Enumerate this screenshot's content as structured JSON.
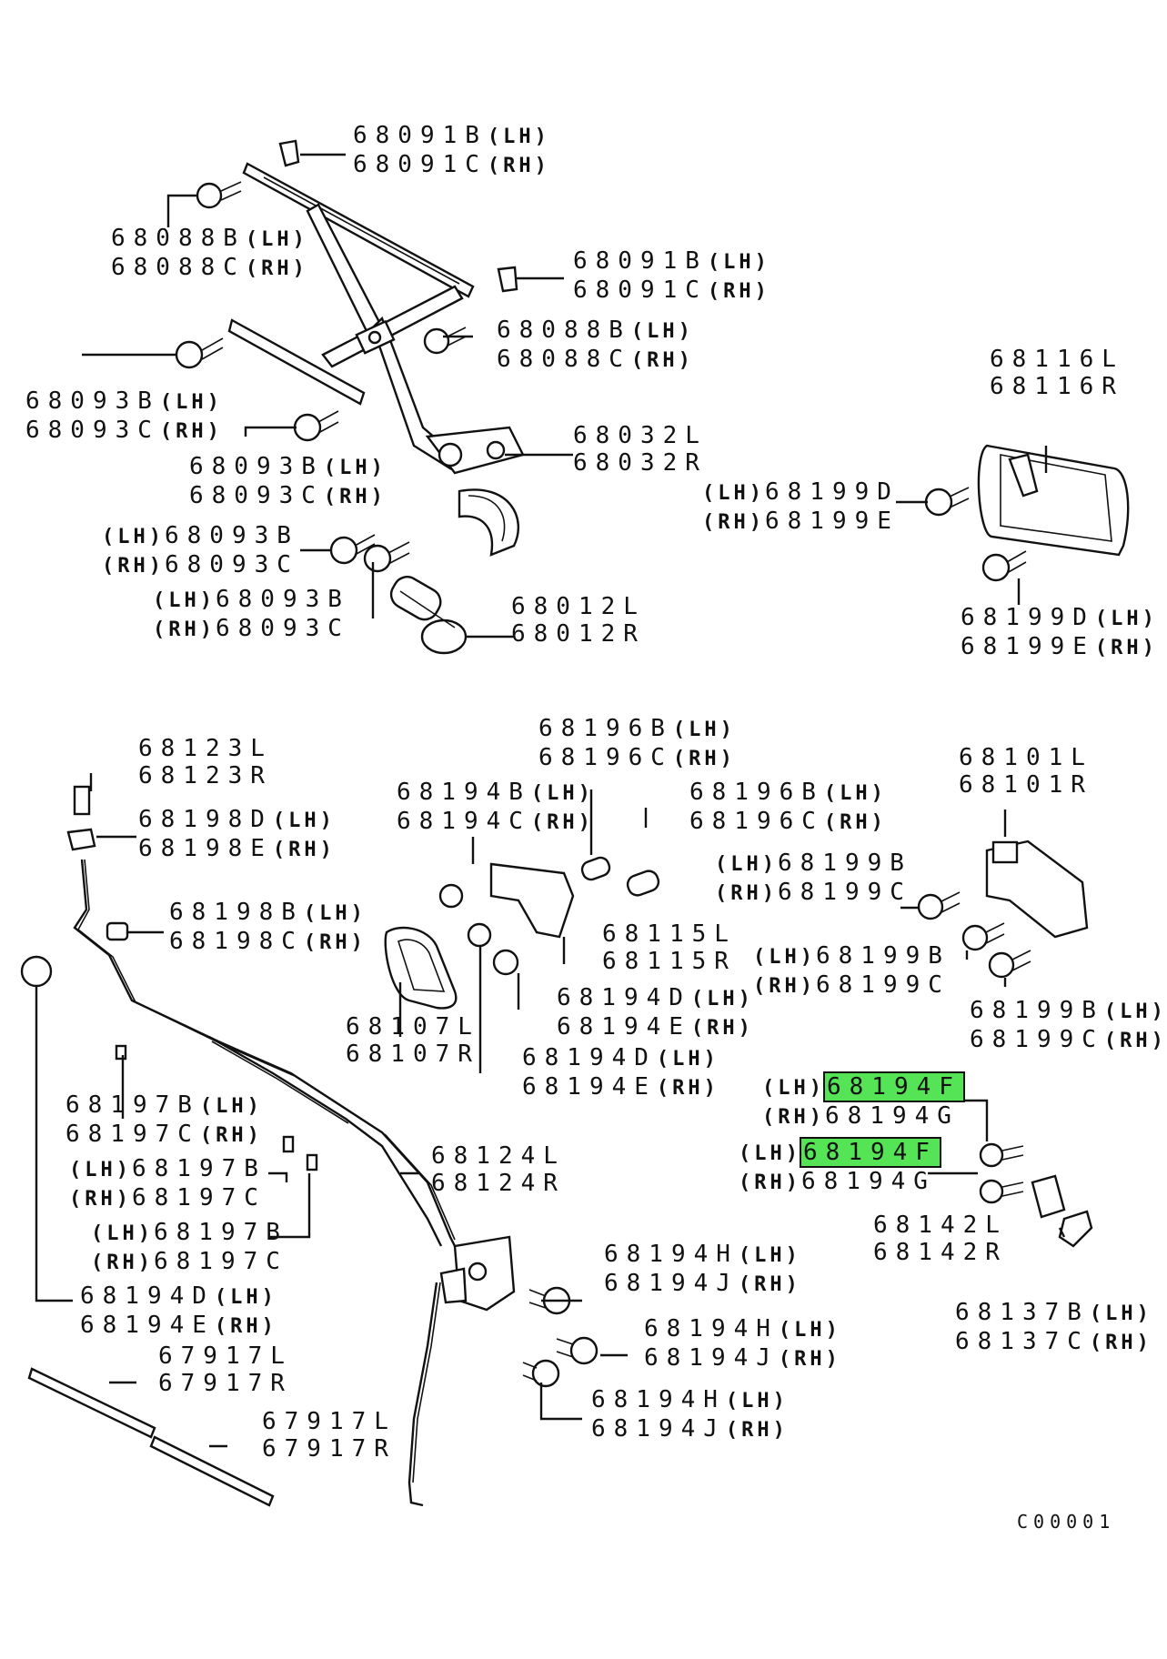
{
  "colors": {
    "highlight": "#55e455",
    "ink": "#111111",
    "background": "#ffffff"
  },
  "labels": [
    {
      "id": "a1",
      "lines": [
        [
          "68091B",
          "(LH)"
        ],
        [
          "68091C",
          "(RH)"
        ]
      ]
    },
    {
      "id": "a2",
      "lines": [
        [
          "68088B",
          "(LH)"
        ],
        [
          "68088C",
          "(RH)"
        ]
      ]
    },
    {
      "id": "a3",
      "lines": [
        [
          "68091B",
          "(LH)"
        ],
        [
          "68091C",
          "(RH)"
        ]
      ]
    },
    {
      "id": "a4",
      "lines": [
        [
          "68088B",
          "(LH)"
        ],
        [
          "68088C",
          "(RH)"
        ]
      ]
    },
    {
      "id": "a5",
      "lines": [
        [
          "68093B",
          "(LH)"
        ],
        [
          "68093C",
          "(RH)"
        ]
      ]
    },
    {
      "id": "a6",
      "lines": [
        [
          "68093B",
          "(LH)"
        ],
        [
          "68093C",
          "(RH)"
        ]
      ]
    },
    {
      "id": "a7",
      "lines": [
        [
          "68032L",
          ""
        ],
        [
          "68032R",
          ""
        ]
      ]
    },
    {
      "id": "a8",
      "lines": [
        [
          "(LH)",
          "68093B"
        ],
        [
          "(RH)",
          "68093C"
        ]
      ]
    },
    {
      "id": "a9",
      "lines": [
        [
          "(LH)",
          "68093B"
        ],
        [
          "(RH)",
          "68093C"
        ]
      ]
    },
    {
      "id": "a10",
      "lines": [
        [
          "68012L",
          ""
        ],
        [
          "68012R",
          ""
        ]
      ]
    },
    {
      "id": "a11",
      "lines": [
        [
          "68116L",
          ""
        ],
        [
          "68116R",
          ""
        ]
      ]
    },
    {
      "id": "a12",
      "lines": [
        [
          "(LH)",
          "68199D"
        ],
        [
          "(RH)",
          "68199E"
        ]
      ]
    },
    {
      "id": "a13",
      "lines": [
        [
          "68199D",
          "(LH)"
        ],
        [
          "68199E",
          "(RH)"
        ]
      ]
    },
    {
      "id": "b1",
      "lines": [
        [
          "68123L",
          ""
        ],
        [
          "68123R",
          ""
        ]
      ]
    },
    {
      "id": "b2",
      "lines": [
        [
          "68198D",
          "(LH)"
        ],
        [
          "68198E",
          "(RH)"
        ]
      ]
    },
    {
      "id": "b3",
      "lines": [
        [
          "68198B",
          "(LH)"
        ],
        [
          "68198C",
          "(RH)"
        ]
      ]
    },
    {
      "id": "b4",
      "lines": [
        [
          "68196B",
          "(LH)"
        ],
        [
          "68196C",
          "(RH)"
        ]
      ]
    },
    {
      "id": "b5",
      "lines": [
        [
          "68194B",
          "(LH)"
        ],
        [
          "68194C",
          "(RH)"
        ]
      ]
    },
    {
      "id": "b6",
      "lines": [
        [
          "68196B",
          "(LH)"
        ],
        [
          "68196C",
          "(RH)"
        ]
      ]
    },
    {
      "id": "b7",
      "lines": [
        [
          "68101L",
          ""
        ],
        [
          "68101R",
          ""
        ]
      ]
    },
    {
      "id": "b8",
      "lines": [
        [
          "(LH)",
          "68199B"
        ],
        [
          "(RH)",
          "68199C"
        ]
      ]
    },
    {
      "id": "b9",
      "lines": [
        [
          "68115L",
          ""
        ],
        [
          "68115R",
          ""
        ]
      ]
    },
    {
      "id": "b10",
      "lines": [
        [
          "(LH)",
          "68199B"
        ],
        [
          "(RH)",
          "68199C"
        ]
      ]
    },
    {
      "id": "b11",
      "lines": [
        [
          "68194D",
          "(LH)"
        ],
        [
          "68194E",
          "(RH)"
        ]
      ]
    },
    {
      "id": "b12",
      "lines": [
        [
          "68107L",
          ""
        ],
        [
          "68107R",
          ""
        ]
      ]
    },
    {
      "id": "b13",
      "lines": [
        [
          "68199B",
          "(LH)"
        ],
        [
          "68199C",
          "(RH)"
        ]
      ]
    },
    {
      "id": "b14",
      "lines": [
        [
          "68194D",
          "(LH)"
        ],
        [
          "68194E",
          "(RH)"
        ]
      ]
    },
    {
      "id": "b15",
      "lines": [
        [
          "(LH)",
          "68194F"
        ],
        [
          "(RH)",
          "68194G"
        ]
      ],
      "highlight_first": true
    },
    {
      "id": "b16",
      "lines": [
        [
          "68197B",
          "(LH)"
        ],
        [
          "68197C",
          "(RH)"
        ]
      ]
    },
    {
      "id": "b17",
      "lines": [
        [
          "(LH)",
          "68194F"
        ],
        [
          "(RH)",
          "68194G"
        ]
      ],
      "highlight_first": true
    },
    {
      "id": "b18",
      "lines": [
        [
          "(LH)",
          "68197B"
        ],
        [
          "(RH)",
          "68197C"
        ]
      ]
    },
    {
      "id": "b19",
      "lines": [
        [
          "68124L",
          ""
        ],
        [
          "68124R",
          ""
        ]
      ]
    },
    {
      "id": "b20",
      "lines": [
        [
          "68142L",
          ""
        ],
        [
          "68142R",
          ""
        ]
      ]
    },
    {
      "id": "b21",
      "lines": [
        [
          "(LH)",
          "68197B"
        ],
        [
          "(RH)",
          "68197C"
        ]
      ]
    },
    {
      "id": "b22",
      "lines": [
        [
          "68194H",
          "(LH)"
        ],
        [
          "68194J",
          "(RH)"
        ]
      ]
    },
    {
      "id": "b23",
      "lines": [
        [
          "68194D",
          "(LH)"
        ],
        [
          "68194E",
          "(RH)"
        ]
      ]
    },
    {
      "id": "b24",
      "lines": [
        [
          "68137B",
          "(LH)"
        ],
        [
          "68137C",
          "(RH)"
        ]
      ]
    },
    {
      "id": "b25",
      "lines": [
        [
          "68194H",
          "(LH)"
        ],
        [
          "68194J",
          "(RH)"
        ]
      ]
    },
    {
      "id": "b26",
      "lines": [
        [
          "67917L",
          ""
        ],
        [
          "67917R",
          ""
        ]
      ]
    },
    {
      "id": "b27",
      "lines": [
        [
          "68194H",
          "(LH)"
        ],
        [
          "68194J",
          "(RH)"
        ]
      ]
    },
    {
      "id": "b28",
      "lines": [
        [
          "67917L",
          ""
        ],
        [
          "67917R",
          ""
        ]
      ]
    }
  ],
  "footer_code": "C00001"
}
